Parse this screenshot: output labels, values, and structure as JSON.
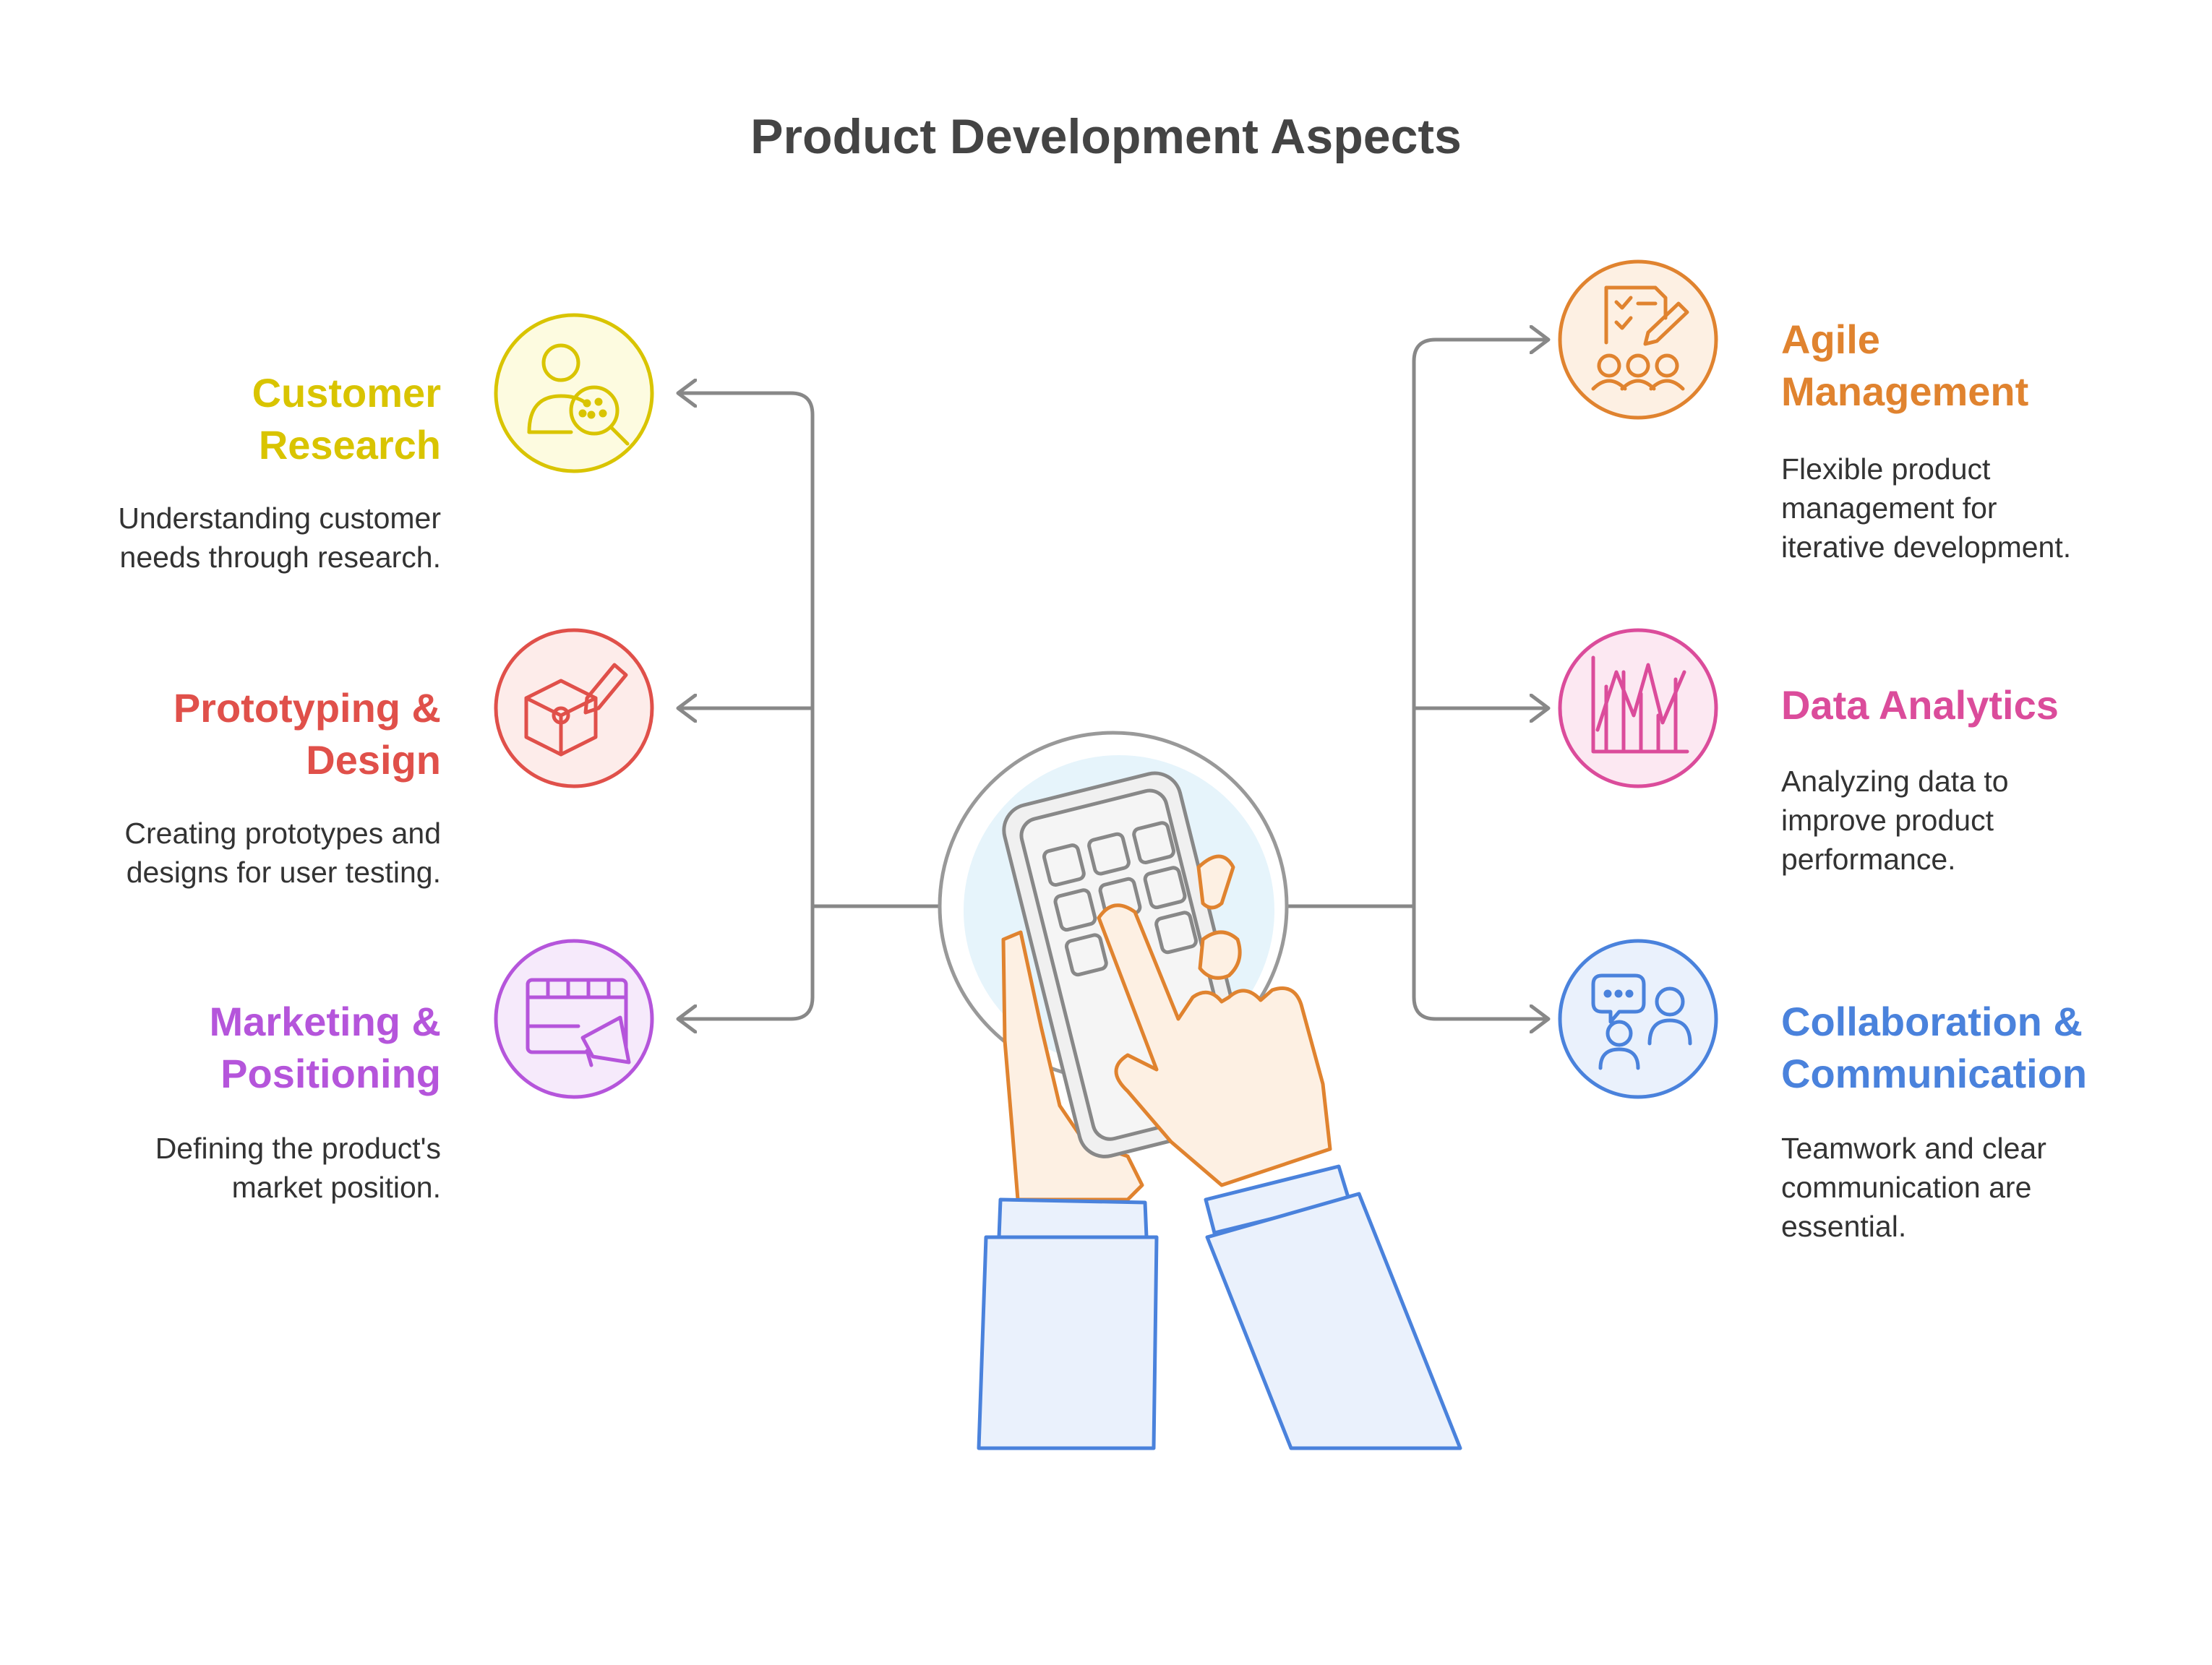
{
  "title": "Product Development Aspects",
  "colors": {
    "customer_research": "#D9C400",
    "prototyping_design": "#E0504A",
    "marketing_positioning": "#B555DB",
    "agile_management": "#E0832F",
    "data_analytics": "#DB4C9B",
    "collaboration_communication": "#4A82DC",
    "connector": "#888888"
  },
  "items": {
    "customer_research": {
      "heading": [
        "Customer",
        "Research"
      ],
      "description": [
        "Understanding customer",
        "needs through research."
      ],
      "icon": "person-magnifier-icon"
    },
    "prototyping_design": {
      "heading": [
        "Prototyping &",
        "Design"
      ],
      "description": [
        "Creating prototypes and",
        "designs for user testing."
      ],
      "icon": "cube-pencil-icon"
    },
    "marketing_positioning": {
      "heading": [
        "Marketing &",
        "Positioning"
      ],
      "description": [
        "Defining the product's",
        "market position."
      ],
      "icon": "billboard-megaphone-icon"
    },
    "agile_management": {
      "heading": [
        "Agile",
        "Management"
      ],
      "description": [
        "Flexible product",
        "management for",
        "iterative development."
      ],
      "icon": "checklist-team-icon"
    },
    "data_analytics": {
      "heading": [
        "Data Analytics"
      ],
      "description": [
        "Analyzing data to",
        "improve product",
        "performance."
      ],
      "icon": "bar-line-chart-icon"
    },
    "collaboration_communication": {
      "heading": [
        "Collaboration &",
        "Communication"
      ],
      "description": [
        "Teamwork and clear",
        "communication are",
        "essential."
      ],
      "icon": "people-chat-icon"
    }
  },
  "center_illustration": "hands-holding-phone-illustration"
}
